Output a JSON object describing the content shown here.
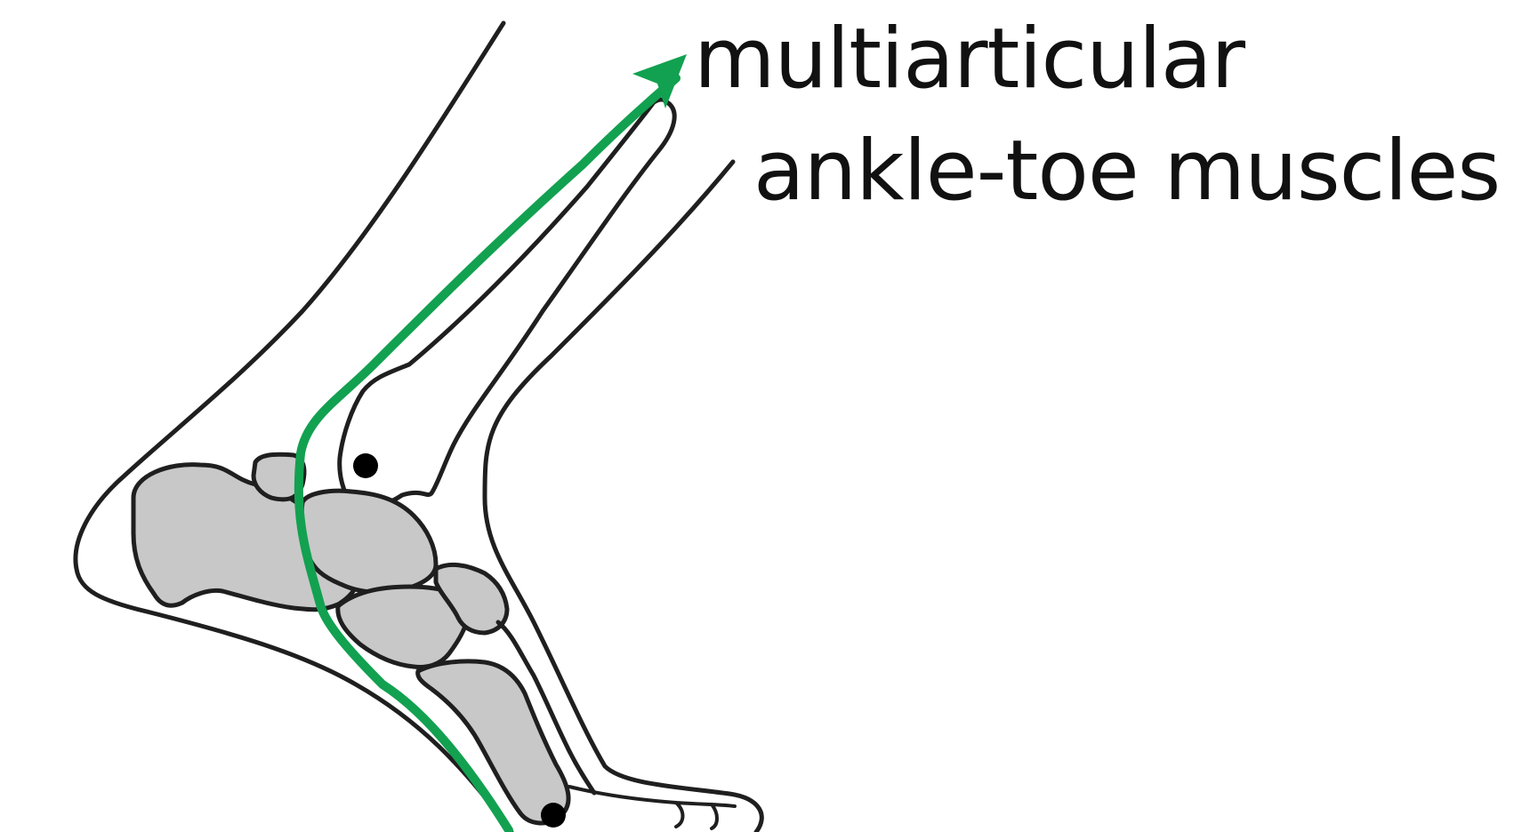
{
  "label": {
    "line1": "multiarticular",
    "line2": "ankle-toe muscles"
  },
  "colors": {
    "outline": "#1f1f1f",
    "bone_fill": "#c8c8c8",
    "muscle_path": "#12a150",
    "joint_marker": "#000000",
    "text": "#111111"
  },
  "icons": {
    "arrowhead": "arrowhead-icon",
    "joint_markers": [
      "ankle-joint-marker",
      "toe-joint-marker"
    ]
  }
}
